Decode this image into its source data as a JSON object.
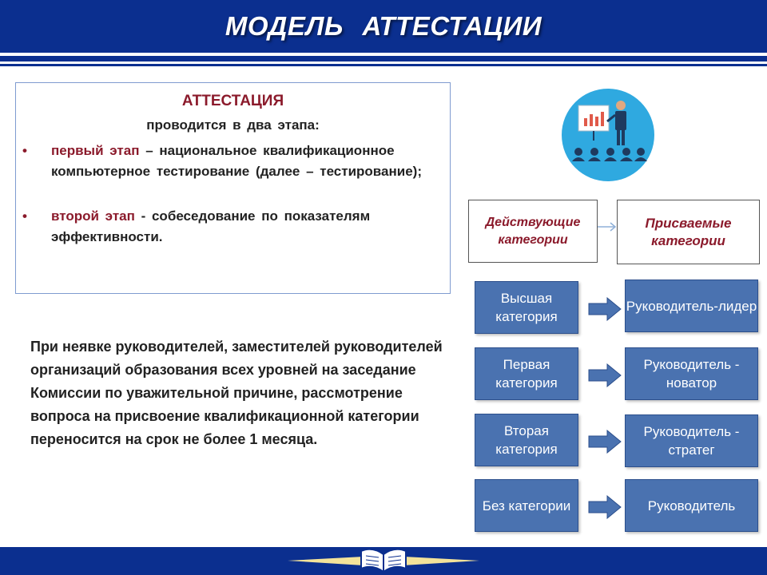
{
  "header": {
    "title": "МОДЕЛЬ   АТТЕСТАЦИИ"
  },
  "info_box": {
    "heading": "АТТЕСТАЦИЯ",
    "subheading": "проводится в два этапа:",
    "bullets": [
      {
        "marker": "•",
        "highlight": "первый этап",
        "text": " – национальное квалификационное компьютерное тестирование (далее – тестирование);"
      },
      {
        "marker": "•",
        "highlight": "второй этап",
        "text": " - собеседование по показателям эффективности."
      }
    ]
  },
  "paragraph": "При неявке руководителей, заместителей руководителей организаций образования всех уровней на заседание Комиссии по уважительной причине, рассмотрение вопроса на присвоение квалификационной категории переносится на срок не более 1 месяца.",
  "diagram": {
    "left_header": "Действующие категории",
    "right_header": "Присваемые категории",
    "rows": [
      {
        "current": "Высшая категория",
        "assigned": "Руководитель-лидер"
      },
      {
        "current": "Первая категория",
        "assigned": "Руководитель - новатор"
      },
      {
        "current": "Вторая категория",
        "assigned": "Руководитель - стратег"
      },
      {
        "current": "Без категории",
        "assigned": "Руководитель"
      }
    ]
  },
  "icons": {
    "presentation": "presenter-icon",
    "footer": "open-book-icon"
  },
  "colors": {
    "navy": "#0b2f8f",
    "accent_red": "#8b1a2b",
    "box_blue": "#4a72b0",
    "circle": "#2fa9e0"
  }
}
